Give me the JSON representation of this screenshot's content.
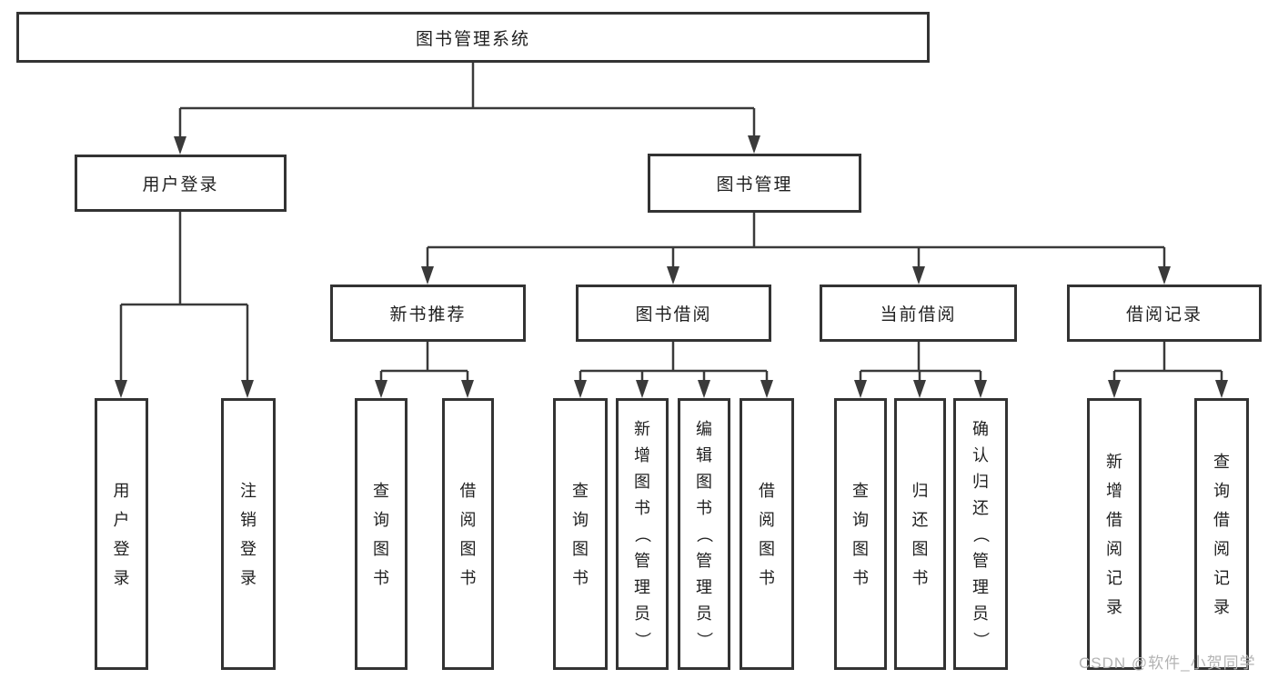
{
  "watermark": "CSDN @软件_小贺同学",
  "colors": {
    "line": "#3a3a3a",
    "box_border": "#333333",
    "box_fill": "#ffffff",
    "text": "#1f1f1f",
    "watermark_text": "#b3b3b3"
  },
  "tree": {
    "root": {
      "label": "图书管理系统"
    },
    "level2": [
      {
        "label": "用户登录",
        "leaves": [
          {
            "label": "用户登录"
          },
          {
            "label": "注销登录"
          }
        ]
      },
      {
        "label": "图书管理",
        "sections": [
          {
            "label": "新书推荐",
            "leaves": [
              {
                "label": "查询图书"
              },
              {
                "label": "借阅图书"
              }
            ]
          },
          {
            "label": "图书借阅",
            "leaves": [
              {
                "label": "查询图书"
              },
              {
                "label": "新增图书（管理员）"
              },
              {
                "label": "编辑图书（管理员）"
              },
              {
                "label": "借阅图书"
              }
            ]
          },
          {
            "label": "当前借阅",
            "leaves": [
              {
                "label": "查询图书"
              },
              {
                "label": "归还图书"
              },
              {
                "label": "确认归还（管理员）"
              }
            ]
          },
          {
            "label": "借阅记录",
            "leaves": [
              {
                "label": "新增借阅记录"
              },
              {
                "label": "查询借阅记录"
              }
            ]
          }
        ]
      }
    ]
  }
}
